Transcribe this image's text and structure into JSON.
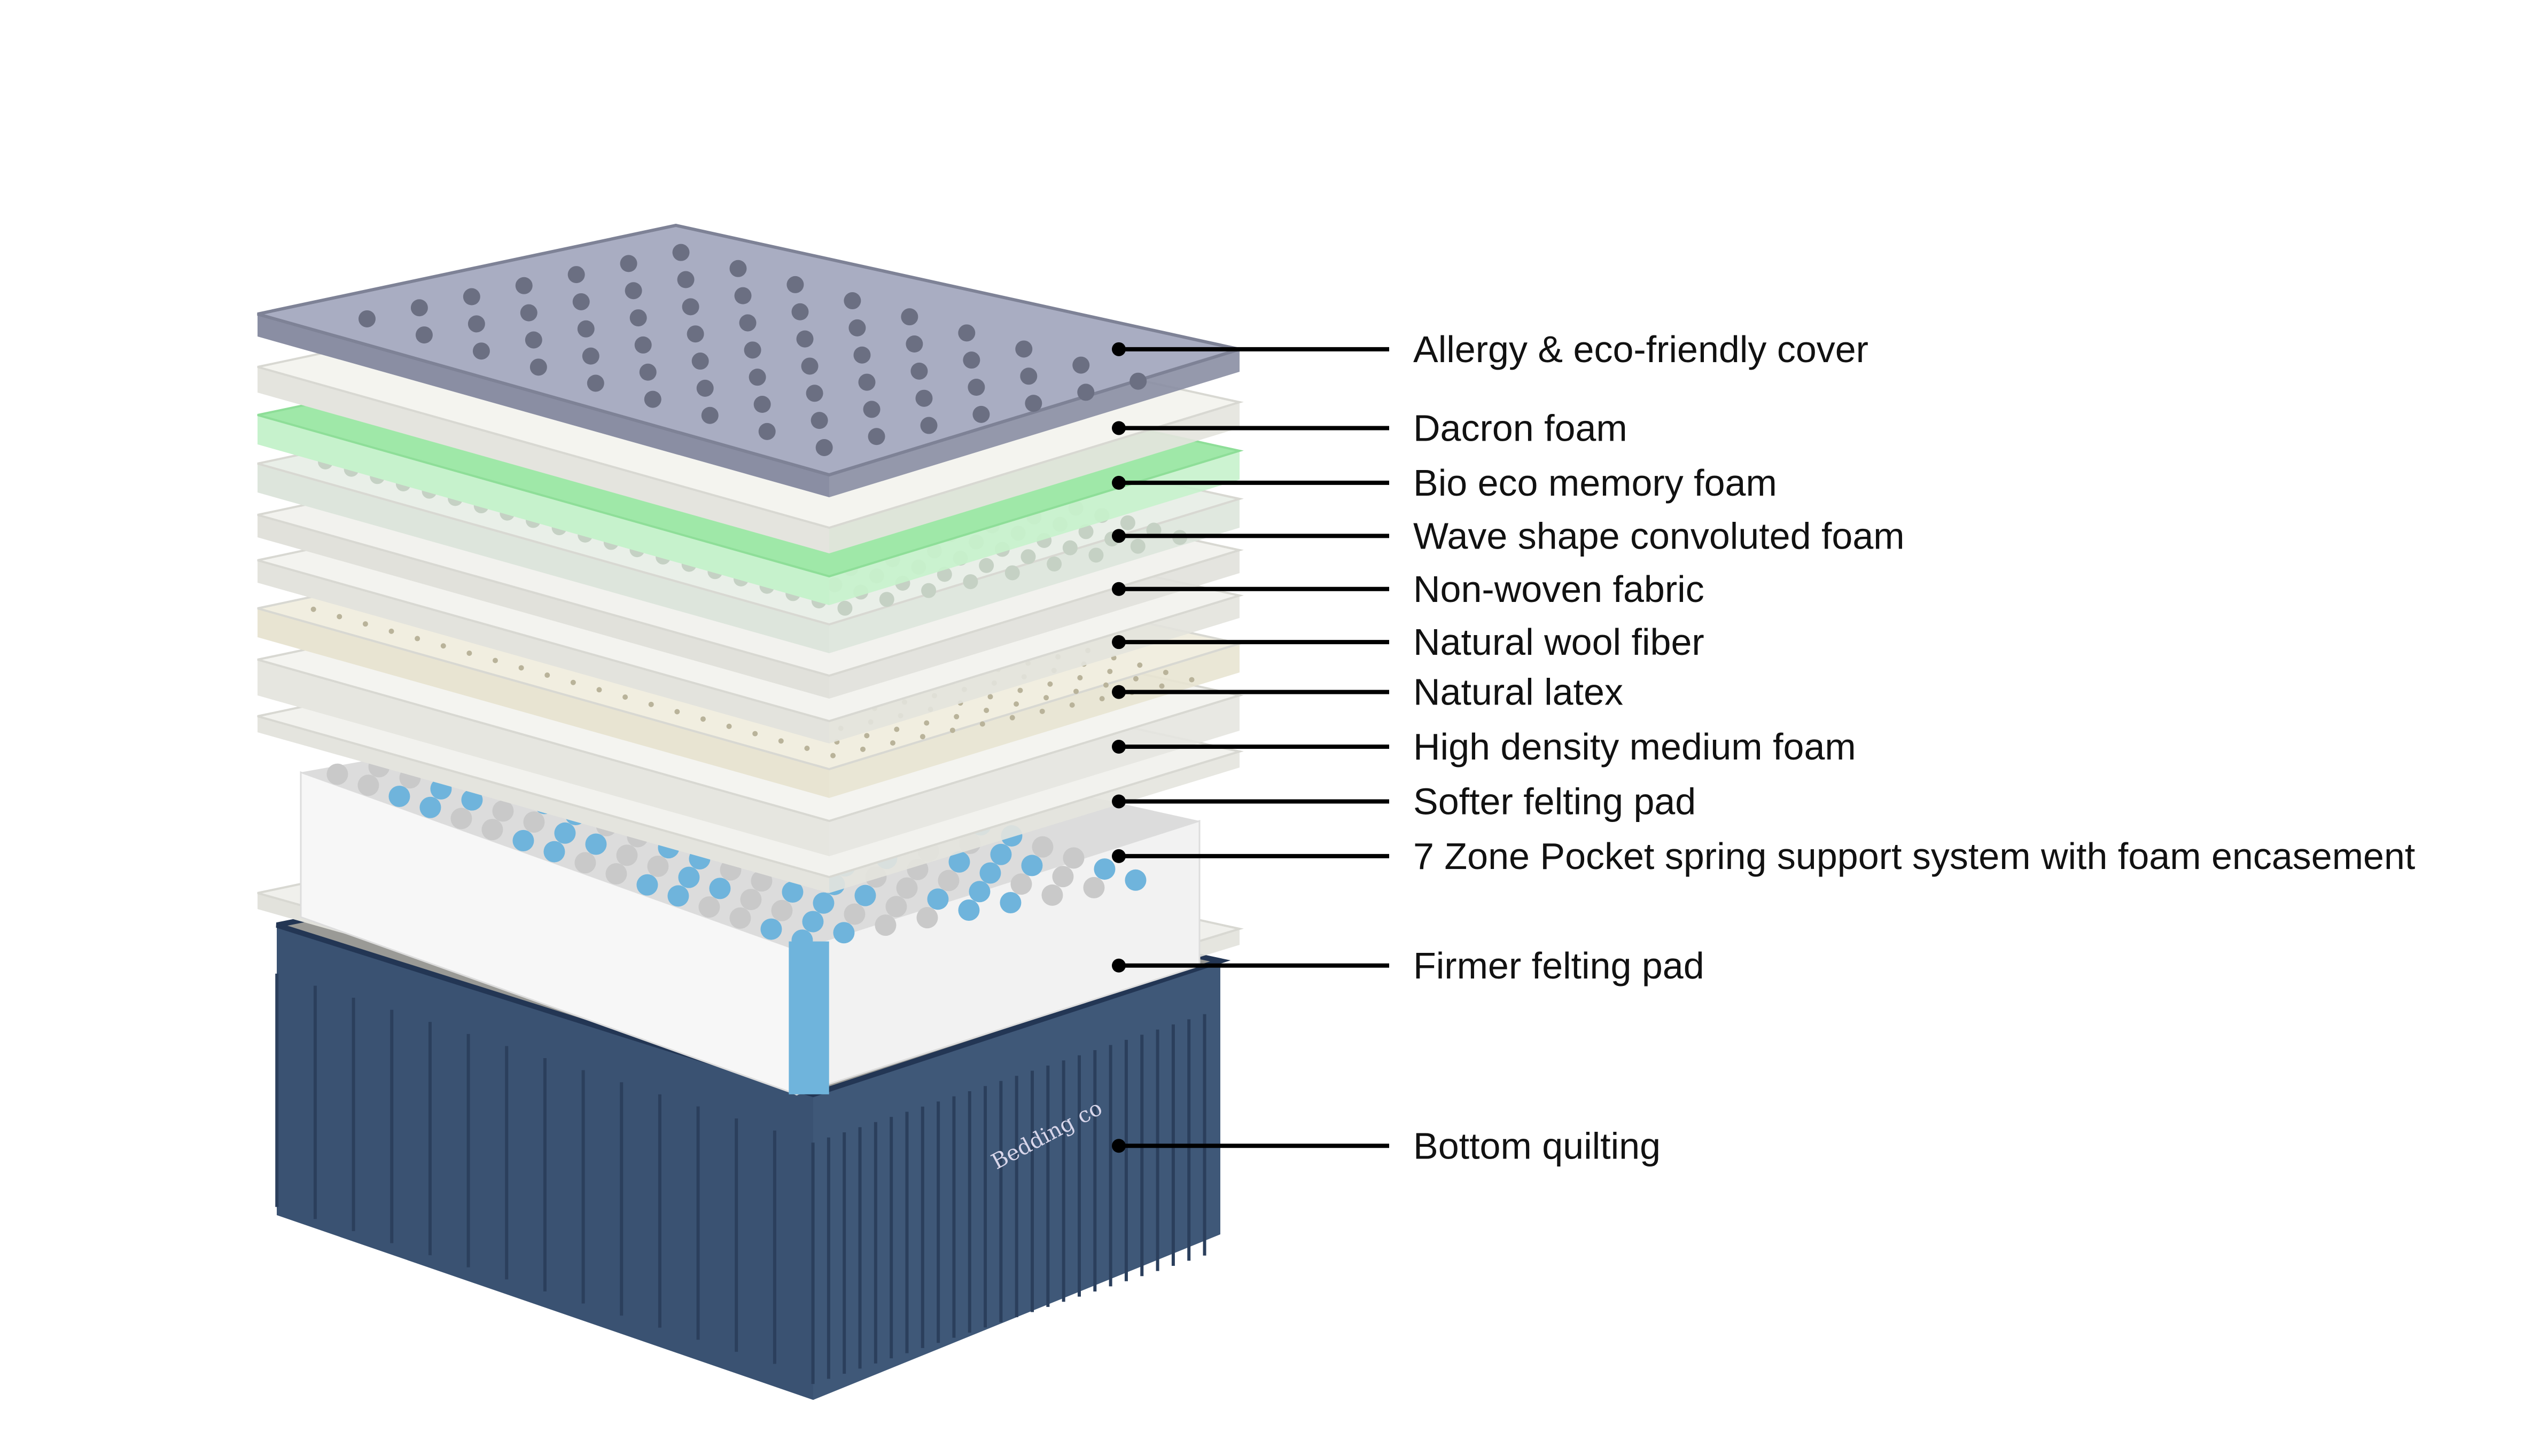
{
  "diagram": {
    "brand_logo": "Bedding co",
    "layers": [
      {
        "label": "Allergy & eco-friendly cover"
      },
      {
        "label": "Dacron foam"
      },
      {
        "label": "Bio eco memory foam"
      },
      {
        "label": "Wave shape convoluted foam"
      },
      {
        "label": "Non-woven fabric"
      },
      {
        "label": "Natural wool fiber"
      },
      {
        "label": "Natural latex"
      },
      {
        "label": "High density medium foam"
      },
      {
        "label": "Softer felting pad"
      },
      {
        "label": "7 Zone Pocket spring support system with foam encasement"
      },
      {
        "label": "Firmer felting pad"
      },
      {
        "label": "Bottom quilting"
      }
    ],
    "colors": {
      "cover": "#a9adc2",
      "foam": "#efefea",
      "memory_foam": "#9fe8a8",
      "latex": "#f1eee0",
      "spring_blue": "#6fb4dc",
      "base": "#3f5878",
      "leader": "#000000"
    }
  }
}
